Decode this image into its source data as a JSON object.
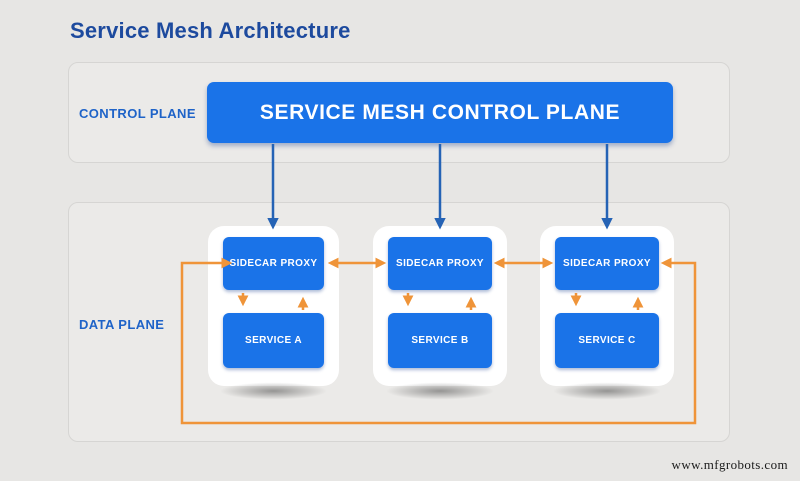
{
  "title": "Service Mesh Architecture",
  "watermark": "www.mfgrobots.com",
  "control_plane": {
    "label": "CONTROL PLANE",
    "box_label": "SERVICE MESH CONTROL PLANE"
  },
  "data_plane": {
    "label": "DATA PLANE",
    "cards": [
      {
        "proxy_label": "SIDECAR PROXY",
        "service_label": "SERVICE A"
      },
      {
        "proxy_label": "SIDECAR PROXY",
        "service_label": "SERVICE B"
      },
      {
        "proxy_label": "SIDECAR PROXY",
        "service_label": "SERVICE C"
      }
    ]
  },
  "colors": {
    "primary_blue": "#1a73e8",
    "title_blue": "#1d4a9e",
    "section_label_blue": "#1e63c8",
    "arrow_blue": "#2563b5",
    "arrow_orange": "#ef9439",
    "page_background": "#e7e6e4",
    "section_background": "#ebeae8",
    "card_background": "#ffffff"
  }
}
